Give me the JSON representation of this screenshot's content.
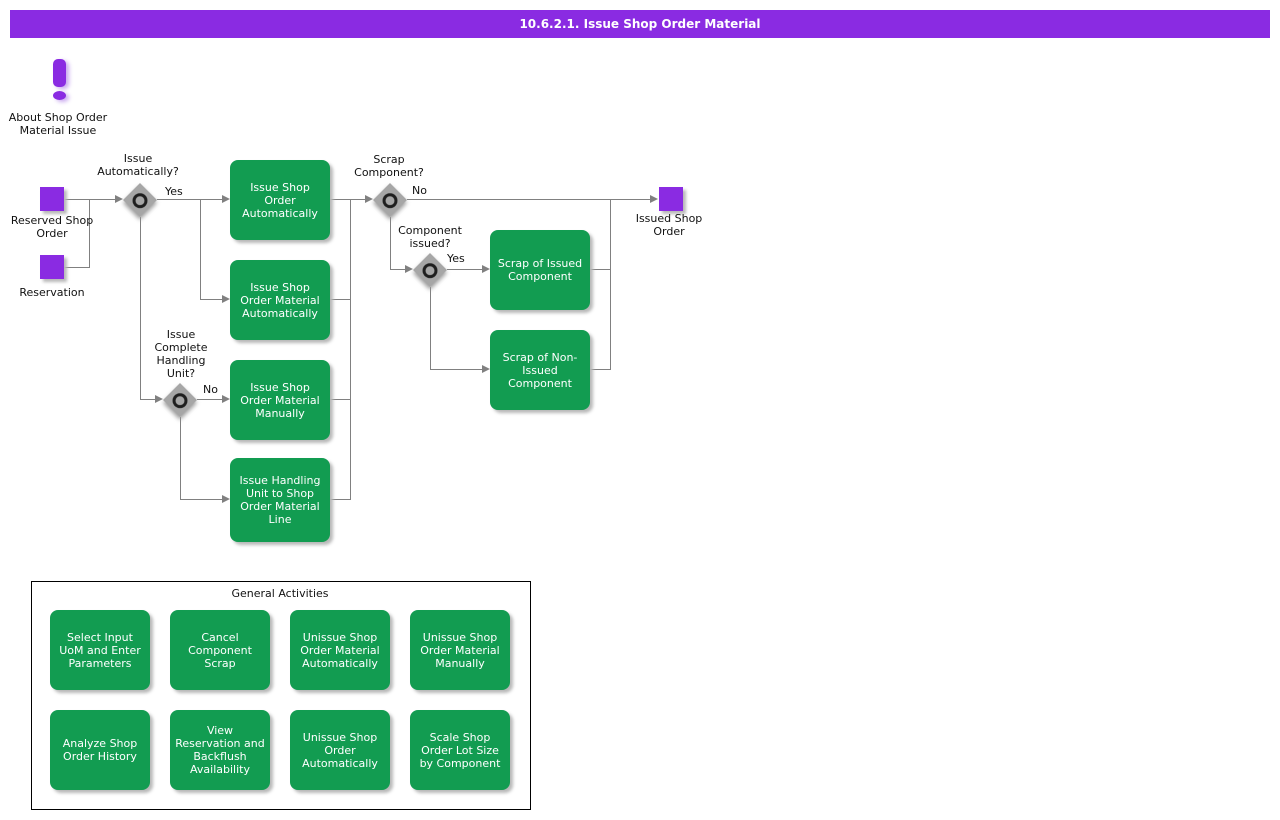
{
  "title": "10.6.2.1. Issue Shop Order Material",
  "colors": {
    "accent_purple": "#8A2BE2",
    "activity_green": "#129C51",
    "connector_gray": "#808080",
    "gateway_gray": "#A6A6A6"
  },
  "notice": {
    "label": "About Shop Order Material Issue"
  },
  "flow": {
    "start_nodes": [
      {
        "label": "Reserved Shop Order"
      },
      {
        "label": "Reservation"
      }
    ],
    "end_node": {
      "label": "Issued Shop Order"
    },
    "decisions": [
      {
        "label": "Issue Automatically?",
        "branch": "Yes"
      },
      {
        "label": "Scrap Component?",
        "branch": "No"
      },
      {
        "label": "Component issued?",
        "branch": "Yes"
      },
      {
        "label": "Issue Complete Handling Unit?",
        "branch": "No"
      }
    ],
    "activities": [
      {
        "label": "Issue Shop Order Automatically"
      },
      {
        "label": "Issue Shop Order Material Automatically"
      },
      {
        "label": "Issue Shop Order Material Manually"
      },
      {
        "label": "Issue Handling Unit to Shop Order Material Line"
      },
      {
        "label": "Scrap of Issued Component"
      },
      {
        "label": "Scrap of Non-Issued Component"
      }
    ]
  },
  "general_activities": {
    "title": "General Activities",
    "items": [
      {
        "label": "Select Input UoM and Enter Parameters"
      },
      {
        "label": "Cancel Component Scrap"
      },
      {
        "label": "Unissue Shop Order Material Automatically"
      },
      {
        "label": "Unissue Shop Order Material Manually"
      },
      {
        "label": "Analyze Shop Order History"
      },
      {
        "label": "View Reservation and Backflush Availability"
      },
      {
        "label": "Unissue Shop Order Automatically"
      },
      {
        "label": "Scale Shop Order Lot Size by Component"
      }
    ]
  }
}
